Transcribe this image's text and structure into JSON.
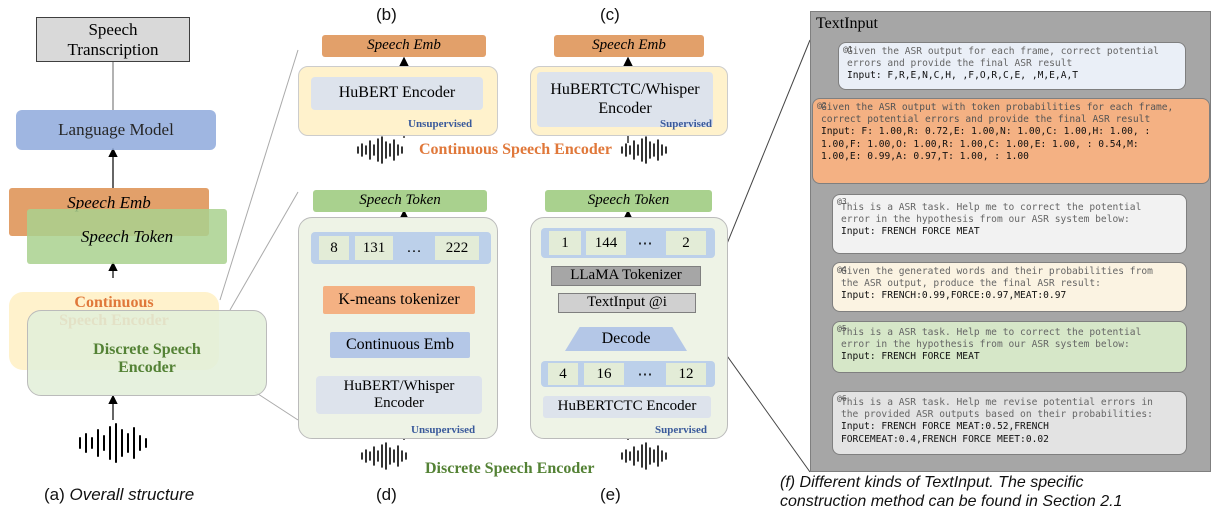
{
  "panel_a": {
    "transcription": "Speech Transcription",
    "language_model": "Language Model",
    "speech_emb": "Speech Emb",
    "speech_token": "Speech Token",
    "continuous_encoder": "Continuous Speech Encoder",
    "discrete_encoder": "Discrete Speech Encoder",
    "caption_label": "(a) ",
    "caption_text": "Overall structure"
  },
  "panel_b": {
    "label": "(b)",
    "speech_emb": "Speech Emb",
    "encoder": "HuBERT Encoder",
    "tag": "Unsupervised"
  },
  "panel_c": {
    "label": "(c)",
    "speech_emb": "Speech Emb",
    "encoder": "HuBERTCTC/Whisper Encoder",
    "tag": "Supervised"
  },
  "continuous_group_label": "Continuous Speech Encoder",
  "panel_d": {
    "label": "(d)",
    "speech_token": "Speech Token",
    "tokens": [
      "8",
      "131",
      "…",
      "222"
    ],
    "kmeans": "K-means tokenizer",
    "cont_emb": "Continuous Emb",
    "encoder": "HuBERT/Whisper Encoder",
    "tag": "Unsupervised"
  },
  "panel_e": {
    "label": "(e)",
    "speech_token": "Speech Token",
    "tokens": [
      "1",
      "144",
      "⋯",
      "2"
    ],
    "llama": "LLaMA Tokenizer",
    "textinput": "TextInput @i",
    "decode": "Decode",
    "ctc_tokens": [
      "4",
      "16",
      "⋯",
      "12"
    ],
    "encoder": "HuBERTCTC Encoder",
    "tag": "Supervised"
  },
  "discrete_group_label": "Discrete Speech Encoder",
  "panel_f": {
    "title": "TextInput",
    "prompts": [
      {
        "id": "@1",
        "lines": [
          "Given the ASR output for each frame, correct potential",
          "errors and provide the final ASR result"
        ],
        "input": [
          "Input: F,R,E,N,C,H, ,F,O,R,C,E, ,M,E,A,T"
        ]
      },
      {
        "id": "@2",
        "lines": [
          "Given the ASR output with token probabilities for each frame,",
          "correct potential errors and provide the final ASR result"
        ],
        "input": [
          "Input: F: 1.00,R: 0.72,E: 1.00,N: 1.00,C: 1.00,H: 1.00, :",
          "1.00,F: 1.00,O: 1.00,R: 1.00,C: 1.00,E: 1.00, : 0.54,M:",
          "1.00,E: 0.99,A: 0.97,T: 1.00, : 1.00"
        ]
      },
      {
        "id": "@3",
        "lines": [
          "This is a ASR task. Help me to correct the potential",
          "error in the hypothesis from our ASR system below:"
        ],
        "input": [
          "Input: FRENCH FORCE MEAT"
        ]
      },
      {
        "id": "@4",
        "lines": [
          "Given the generated words and their probabilities from",
          "the ASR output, produce the final ASR result:"
        ],
        "input": [
          "Input: FRENCH:0.99,FORCE:0.97,MEAT:0.97"
        ]
      },
      {
        "id": "@5",
        "lines": [
          "This is a ASR task. Help me to correct the potential",
          "error in the hypothesis from our ASR system below:"
        ],
        "input": [
          "Input: FRENCH FORCE MEAT"
        ]
      },
      {
        "id": "@6",
        "lines": [
          "This is a ASR task. Help me revise potential errors in",
          "the provided ASR outputs based on their probabilities:"
        ],
        "input": [
          "Input: FRENCH FORCE MEAT:0.52,FRENCH",
          "FORCEMEAT:0.4,FRENCH FORCE MEET:0.02"
        ]
      }
    ],
    "caption_lines": [
      "(f) Different kinds of TextInput. The specific",
      "construction method can be found in Section 2.1"
    ]
  },
  "colors": {
    "emb": "#e2a06a",
    "token": "#a9d18e",
    "lm": "#8faadc",
    "supervised_tag": "#3a5a9b",
    "continuous_label": "#e0783a",
    "discrete_label": "#548235"
  }
}
